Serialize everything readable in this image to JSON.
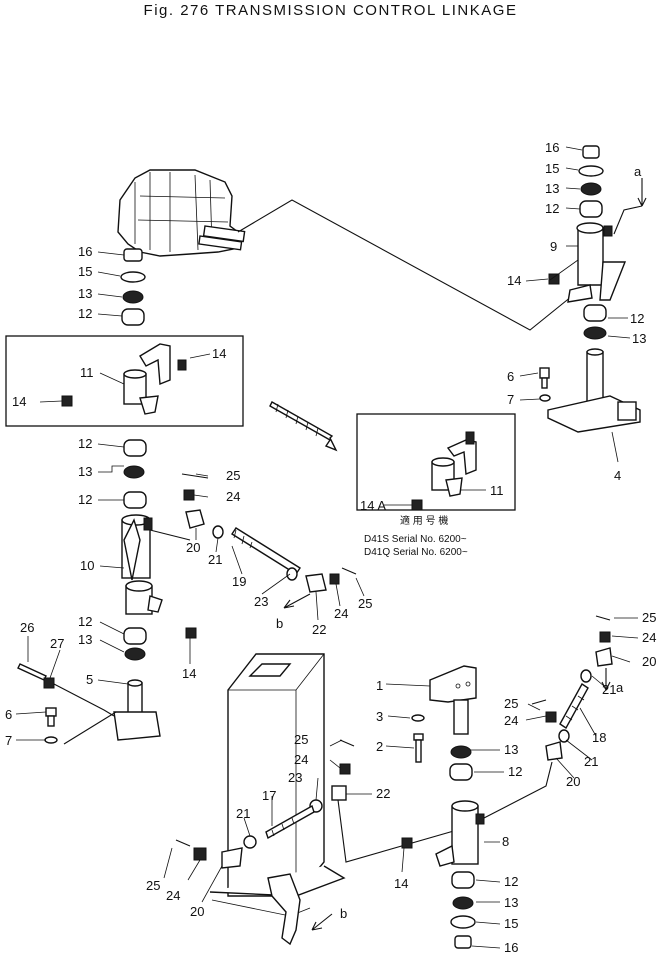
{
  "title": "Fig. 276   TRANSMISSION CONTROL LINKAGE",
  "serial_note": {
    "header": "適 用 号 機",
    "line1": "D41S  Serial  No.  6200~",
    "line2": "D41Q  Serial  No.  6200~"
  },
  "callouts": {
    "c16a": "16",
    "c15a": "15",
    "c13a": "13",
    "c12a": "12",
    "a1": "a",
    "c9": "9",
    "c14a": "14",
    "c12b": "12",
    "c13b": "13",
    "c6a": "6",
    "c7a": "7",
    "c4": "4",
    "c16b": "16",
    "c15b": "15",
    "c13c": "13",
    "c12c": "12",
    "c11a": "11",
    "c14b": "14",
    "c14c": "14",
    "c14A": "14 A",
    "c11b": "11",
    "c12d": "12",
    "c13d": "13",
    "c12e": "12",
    "c25a": "25",
    "c24a": "24",
    "c10": "10",
    "c20a": "20",
    "c21a": "21",
    "c19": "19",
    "c23a": "23",
    "c22a": "22",
    "c24b": "24",
    "c25b": "25",
    "b1": "b",
    "c12f": "12",
    "c13e": "13",
    "c14d": "14",
    "c26": "26",
    "c27": "27",
    "c5": "5",
    "c6b": "6",
    "c7b": "7",
    "c25c": "25",
    "c24c": "24",
    "c20b": "20",
    "a2": "a",
    "c21b": "21",
    "c18": "18",
    "c21c": "21",
    "c20c": "20",
    "c1": "1",
    "c3": "3",
    "c2": "2",
    "c25d": "25",
    "c24d": "24",
    "c13f": "13",
    "c12g": "12",
    "c25e": "25",
    "c24e": "24",
    "c22b": "22",
    "c17": "17",
    "c23b": "23",
    "c21d": "21",
    "c8": "8",
    "c14e": "14",
    "c25f": "25",
    "c24f": "24",
    "c20d": "20",
    "c12h": "12",
    "c13g": "13",
    "c15c": "15",
    "c16c": "16",
    "b2": "b"
  }
}
